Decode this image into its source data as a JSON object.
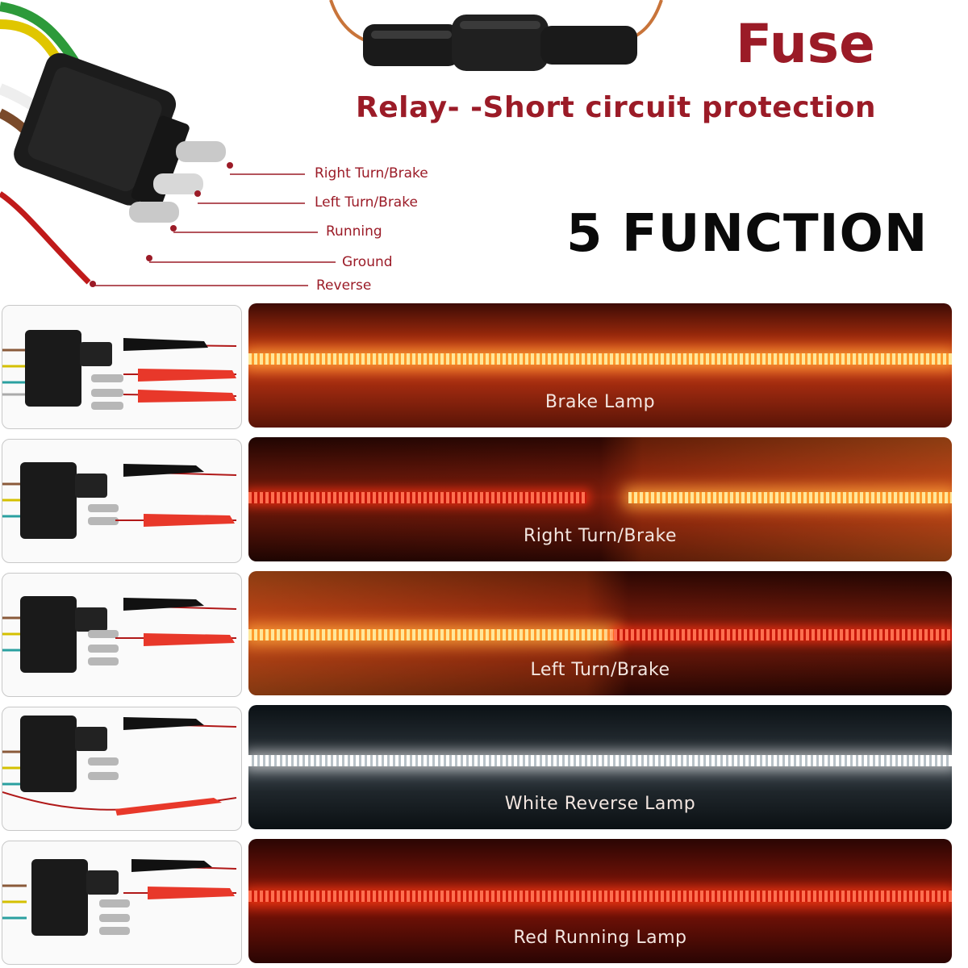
{
  "header": {
    "fuse_title": "Fuse",
    "relay_subtitle": "Relay- -Short circuit protection",
    "function_title": "5 FUNCTION"
  },
  "pin_labels": [
    "Right Turn/Brake",
    "Left Turn/Brake",
    "Running",
    "Ground",
    "Reverse"
  ],
  "rows": [
    {
      "caption": "Brake Lamp",
      "mode": "amber"
    },
    {
      "caption": "Right Turn/Brake",
      "mode": "red-left-amber-right"
    },
    {
      "caption": "Left Turn/Brake",
      "mode": "amber-left-red-right"
    },
    {
      "caption": "White Reverse Lamp",
      "mode": "white"
    },
    {
      "caption": "Red Running Lamp",
      "mode": "red"
    }
  ],
  "colors": {
    "label_red": "#9b1b27",
    "amber_light": "#ffd36a",
    "red_light": "#ff3a1a",
    "white_light": "#ffffff",
    "panel_dark_red": "#3c0805",
    "panel_dark_blue": "#0e1418"
  }
}
